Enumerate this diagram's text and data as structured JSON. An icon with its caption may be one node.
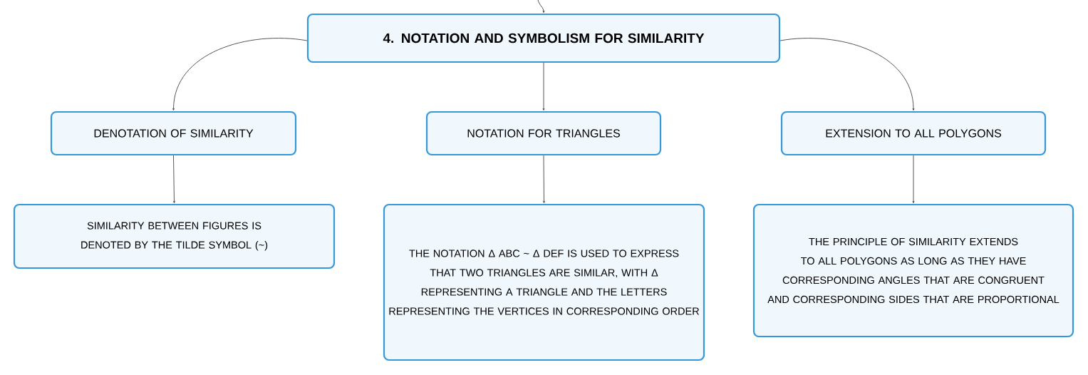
{
  "diagram": {
    "nodes": [
      {
        "text": [
          "4. NOTATION AND SYMBOLISM FOR SIMILARITY"
        ]
      },
      {
        "text": [
          "DENOTATION OF SIMILARITY"
        ]
      },
      {
        "text": [
          "NOTATION FOR TRIANGLES"
        ]
      },
      {
        "text": [
          "EXTENSION TO ALL POLYGONS"
        ]
      },
      {
        "text": [
          "SIMILARITY BETWEEN FIGURES IS DENOTED BY THE TILDE SYMBOL (~)"
        ]
      },
      {
        "text": [
          "THE NOTATION Δ ABC ~ Δ DEF IS USED TO EXPRESS THAT TWO TRIANGLES ARE SIMILAR, WITH Δ REPRESENTING A TRIANGLE AND THE LETTERS REPRESENTING THE VERTICES IN CORRESPONDING ORDER"
        ]
      },
      {
        "text": [
          "THE PRINCIPLE OF SIMILARITY EXTENDS TO ALL POLYGONS AS LONG AS THEY HAVE CORRESPONDING ANGLES THAT ARE CONGRUENT AND CORRESPONDING SIDES THAT ARE PROPORTIONAL"
        ]
      }
    ],
    "edges": [
      {
        "from": null,
        "to": 0,
        "arrow": "to"
      },
      {
        "from": 0,
        "to": 1,
        "arrow": "to"
      },
      {
        "from": 0,
        "to": 2,
        "arrow": "to"
      },
      {
        "from": 0,
        "to": 3,
        "arrow": "to"
      },
      {
        "from": 1,
        "to": 4,
        "arrow": "to"
      },
      {
        "from": 2,
        "to": 5,
        "arrow": "to"
      },
      {
        "from": 3,
        "to": 6,
        "arrow": "to"
      }
    ]
  }
}
